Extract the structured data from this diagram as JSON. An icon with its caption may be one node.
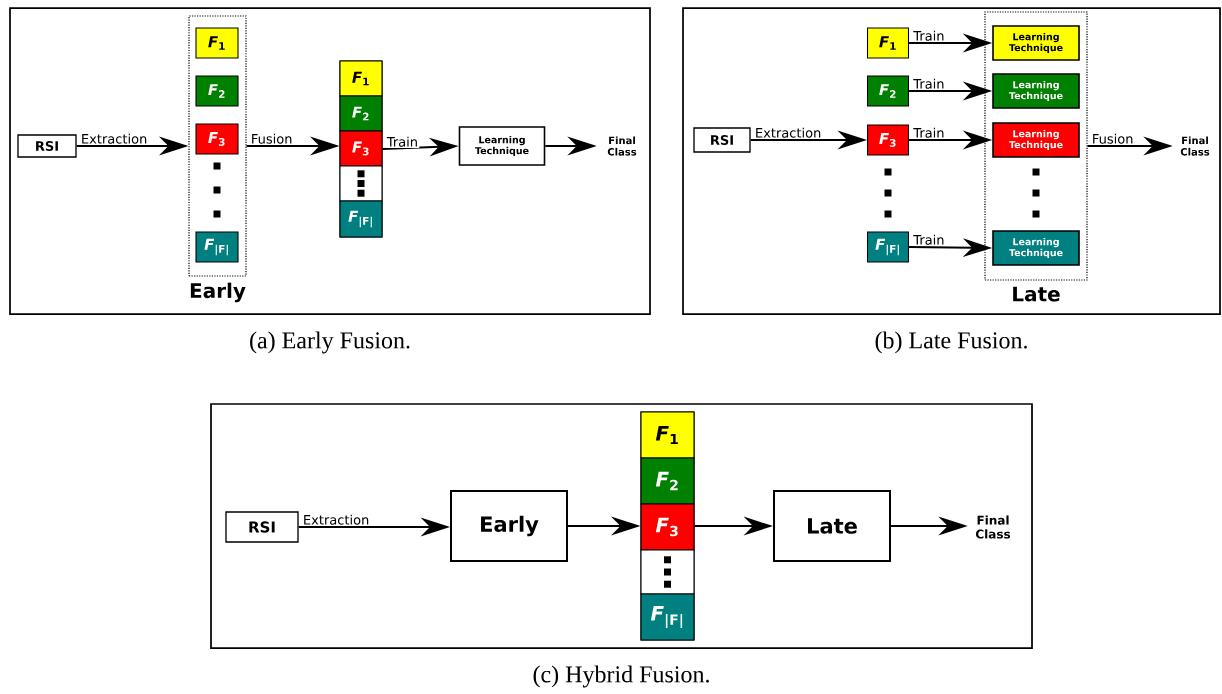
{
  "diagram": {
    "nodes": [
      {
        "text": [
          "(a) Early Fusion."
        ]
      },
      {
        "text": [
          "RSI"
        ],
        "in": 0
      },
      {
        "text": [
          "Early"
        ],
        "in": 0
      },
      {
        "text": [
          "*F*$_{1}$"
        ],
        "in": 2
      },
      {
        "text": [
          "*F*$_{2}$"
        ],
        "in": 2
      },
      {
        "text": [
          "*F*$_{3}$"
        ],
        "in": 2
      },
      {
        "text": [
          "*F*$_{|F|}$"
        ],
        "in": 2
      },
      {
        "text": [],
        "shape": "box",
        "in": 0
      },
      {
        "text": [
          "*F*$_{1}$"
        ],
        "in": 7
      },
      {
        "text": [
          "*F*$_{2}$"
        ],
        "in": 7
      },
      {
        "text": [
          "*F*$_{3}$"
        ],
        "in": 7
      },
      {
        "text": [],
        "shape": "box",
        "in": 7
      },
      {
        "text": [
          "*F*$_{|F|}$"
        ],
        "in": 7
      },
      {
        "text": [
          "Learning Technique"
        ],
        "in": 0
      },
      {
        "text": [
          "Final Class"
        ],
        "in": 0
      },
      {
        "text": [
          "(b) Late Fusion."
        ]
      },
      {
        "text": [
          "RSI"
        ],
        "in": 15
      },
      {
        "text": [
          "*F*$_{1}$"
        ],
        "in": 15
      },
      {
        "text": [
          "*F*$_{2}$"
        ],
        "in": 15
      },
      {
        "text": [
          "*F*$_{3}$"
        ],
        "in": 15
      },
      {
        "text": [
          "*F*$_{|F|}$"
        ],
        "in": 15
      },
      {
        "text": [
          "Late"
        ],
        "in": 15
      },
      {
        "text": [
          "Learning Technique"
        ],
        "in": 21
      },
      {
        "text": [
          "Learning Technique"
        ],
        "in": 21
      },
      {
        "text": [
          "Learning Technique"
        ],
        "in": 21
      },
      {
        "text": [
          "Learning Technique"
        ],
        "in": 21
      },
      {
        "text": [
          "Final Class"
        ],
        "in": 15
      },
      {
        "text": [
          "(c) Hybrid Fusion."
        ]
      },
      {
        "text": [
          "RSI"
        ],
        "in": 27
      },
      {
        "text": [
          "Early"
        ],
        "in": 27
      },
      {
        "text": [],
        "shape": "box",
        "in": 27
      },
      {
        "text": [
          "*F*$_{1}$"
        ],
        "in": 30
      },
      {
        "text": [
          "*F*$_{2}$"
        ],
        "in": 30
      },
      {
        "text": [
          "*F*$_{3}$"
        ],
        "in": 30
      },
      {
        "text": [],
        "shape": "box",
        "in": 30
      },
      {
        "text": [
          "*F*$_{|F|}$"
        ],
        "in": 30
      },
      {
        "text": [
          "Late"
        ],
        "in": 27
      },
      {
        "text": [
          "Final Class"
        ],
        "in": 27
      }
    ],
    "edges": [
      {
        "from": 1,
        "to": 2,
        "arrow": "to",
        "label": "Extraction"
      },
      {
        "from": 2,
        "to": 7,
        "arrow": "to",
        "label": "Fusion"
      },
      {
        "from": 7,
        "to": 13,
        "arrow": "to",
        "label": "Train"
      },
      {
        "from": 13,
        "to": 14,
        "arrow": "to"
      },
      {
        "from": 16,
        "to": 19,
        "arrow": "to",
        "label": "Extraction"
      },
      {
        "from": 17,
        "to": 22,
        "arrow": "to",
        "label": "Train"
      },
      {
        "from": 18,
        "to": 23,
        "arrow": "to",
        "label": "Train"
      },
      {
        "from": 19,
        "to": 24,
        "arrow": "to",
        "label": "Train"
      },
      {
        "from": 20,
        "to": 25,
        "arrow": "to",
        "label": "Train"
      },
      {
        "from": 21,
        "to": 26,
        "arrow": "to",
        "label": "Fusion"
      },
      {
        "from": 28,
        "to": 29,
        "arrow": "to",
        "label": "Extraction"
      },
      {
        "from": 29,
        "to": 30,
        "arrow": "to"
      },
      {
        "from": 30,
        "to": 36,
        "arrow": "to"
      },
      {
        "from": 36,
        "to": 37,
        "arrow": "to"
      }
    ]
  }
}
